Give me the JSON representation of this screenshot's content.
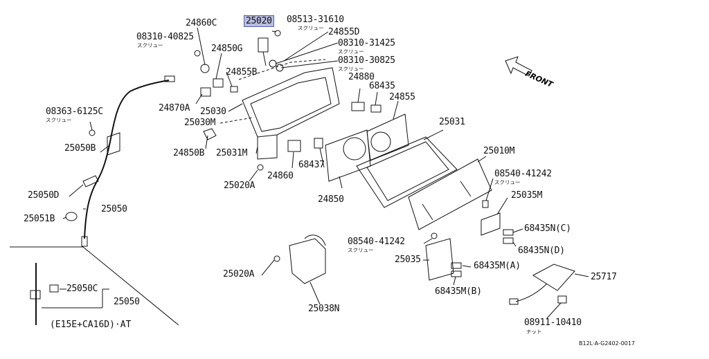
{
  "diagram": {
    "part_number": "25020",
    "labels": {
      "p08513_31610": "08513-31610",
      "p24860C": "24860C",
      "p24855D": "24855D",
      "p08310_40825": "08310-40825",
      "p24850G": "24850G",
      "p08310_31425": "08310-31425",
      "p08310_30825": "08310-30825",
      "p24855B": "24855B",
      "p24880": "24880",
      "p68435": "68435",
      "p24855": "24855",
      "p24870A": "24870A",
      "p25030": "25030",
      "p25030M": "25030M",
      "p08363_6125C": "08363-6125C",
      "p25050B": "25050B",
      "p24850B": "24850B",
      "p25031M": "25031M",
      "p24860": "24860",
      "p68437": "68437",
      "p25031": "25031",
      "p25010M": "25010M",
      "p08540_41242a": "08540-41242",
      "p25020A_1": "25020A",
      "p24850": "24850",
      "p25035M": "25035M",
      "p25050D": "25050D",
      "p25050": "25050",
      "p25051B": "25051B",
      "p68435NC": "68435N(C)",
      "p68435ND": "68435N(D)",
      "p08540_41242b": "08540-41242",
      "p25035": "25035",
      "p68435MA": "68435M(A)",
      "p25020A_2": "25020A",
      "p25717": "25717",
      "p68435MB": "68435M(B)",
      "p25050C": "25050C",
      "p25050_inset": "25050",
      "p25038N": "25038N",
      "p08911_10410": "08911-10410"
    },
    "sublabels": {
      "screw": "スクリュー",
      "nut": "ナット"
    },
    "front": "FRONT",
    "inset_caption": "(E15E+CA16D)·AT",
    "reference_code": "B12L·A-G2402-0017",
    "highlight_color": "#b8bde0"
  }
}
